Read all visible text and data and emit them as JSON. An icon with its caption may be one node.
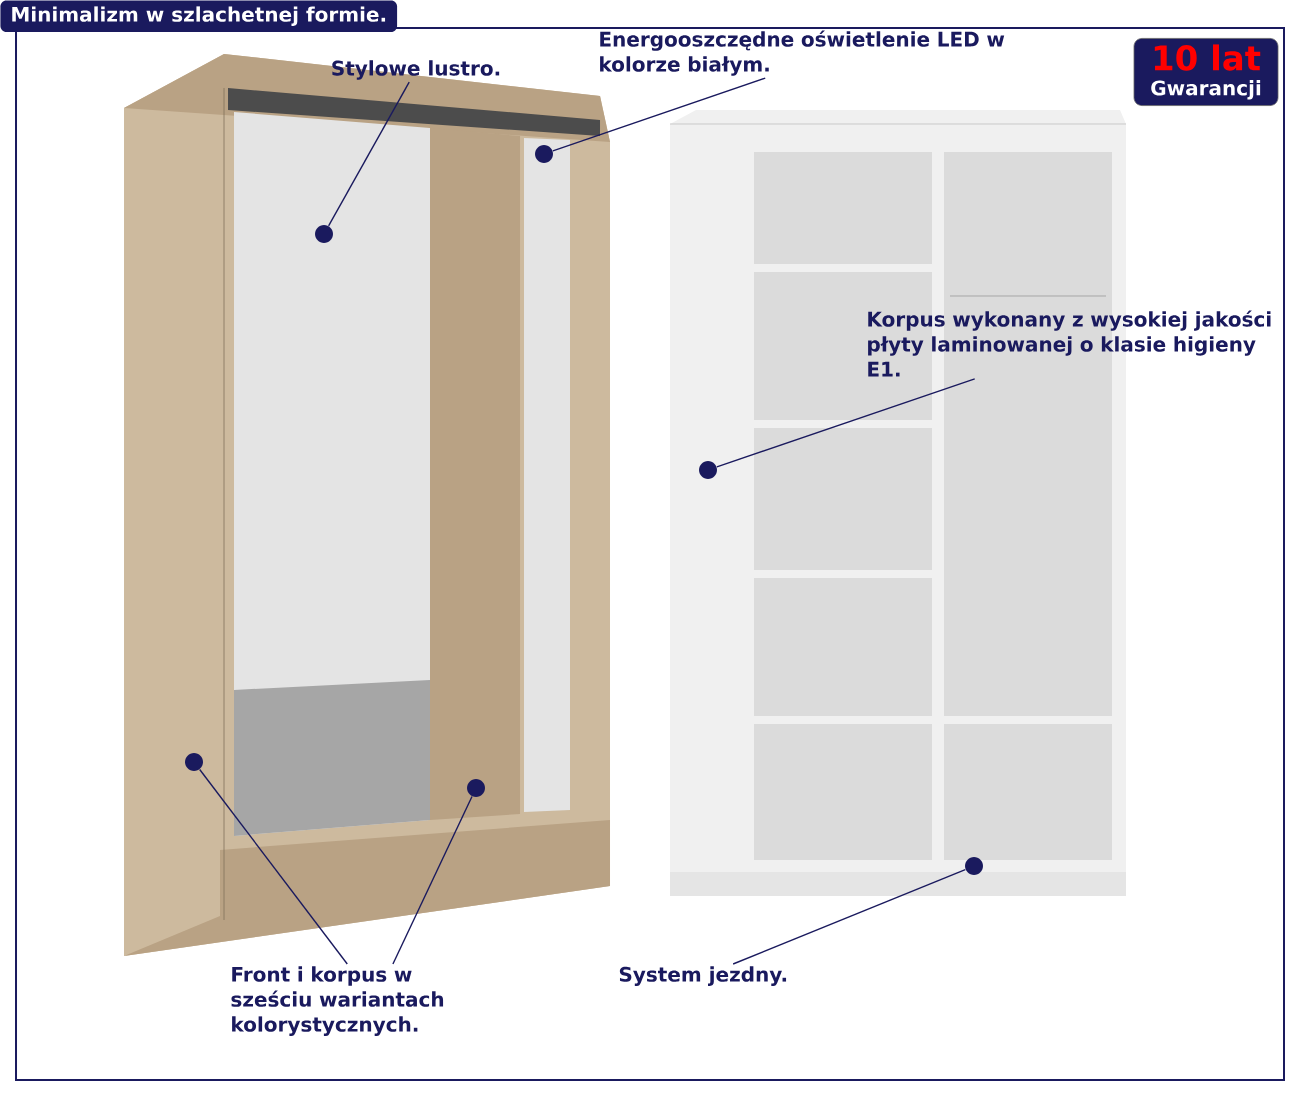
{
  "diagram": {
    "title": "Minimalizm w szlachetnej formie.",
    "nodes": [
      {
        "text": [
          "Stylowe lustro."
        ]
      },
      {
        "text": [
          "Energooszczędne oświetlenie LED w kolorze białym."
        ]
      },
      {
        "text": [
          "10 lat",
          "Gwarancji"
        ]
      },
      {
        "text": [
          "Korpus wykonany z wysokiej jakości płyty laminowanej o klasie higieny E1."
        ]
      },
      {
        "text": [
          "Front i korpus w sześciu wariantach kolorystycznych."
        ]
      },
      {
        "text": [
          "System jezdny."
        ]
      },
      {
        "text": [],
        "shape": "circle"
      },
      {
        "text": [],
        "shape": "circle"
      },
      {
        "text": [],
        "shape": "circle"
      },
      {
        "text": [],
        "shape": "circle"
      },
      {
        "text": [],
        "shape": "circle"
      },
      {
        "text": [],
        "shape": "circle"
      }
    ],
    "edges": [
      {
        "from": 0,
        "to": 6,
        "arrow": "none"
      },
      {
        "from": 1,
        "to": 7,
        "arrow": "none"
      },
      {
        "from": 3,
        "to": 8,
        "arrow": "none"
      },
      {
        "from": 4,
        "to": 9,
        "arrow": "none"
      },
      {
        "from": 4,
        "to": 10,
        "arrow": "none"
      },
      {
        "from": 5,
        "to": 11,
        "arrow": "none"
      }
    ]
  }
}
